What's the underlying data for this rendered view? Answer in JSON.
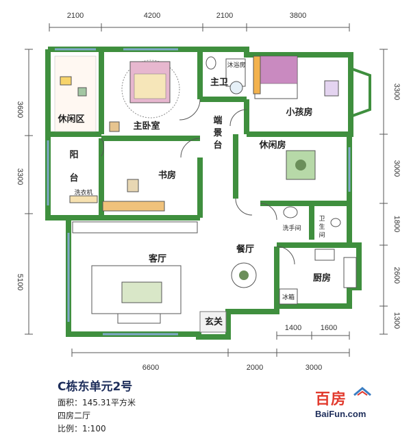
{
  "plan": {
    "top_dims": [
      "2100",
      "4200",
      "2100",
      "3800"
    ],
    "right_dims": [
      "3300",
      "3000",
      "1800",
      "2600",
      "1300"
    ],
    "left_dims": [
      "3600",
      "3300",
      "5100"
    ],
    "bottom_small_dims": [
      "1400",
      "1600"
    ],
    "bottom_dims": [
      "6600",
      "2000",
      "3000"
    ],
    "rooms": {
      "leisure_area": "休闲区",
      "master_bedroom": "主卧室",
      "master_bath": "主卫",
      "shower_room": "沐浴房",
      "end_view_platform": "端景台",
      "kids_room": "小孩房",
      "balcony": "阳台",
      "washing_machine": "洗衣机",
      "study": "书房",
      "leisure_room": "休闲房",
      "washroom": "洗手间",
      "toilet": "卫生间",
      "living_room": "客厅",
      "dining_room": "餐厅",
      "kitchen": "厨房",
      "fridge": "冰箱",
      "entrance": "玄关"
    }
  },
  "info": {
    "title": "C栋东单元2号",
    "area": "面积：145.31平方米",
    "layout": "四房二厅",
    "scale": "比例：1:100"
  },
  "logo": {
    "cn": "百房",
    "en": "BaiFun.com"
  },
  "colors": {
    "wall": "#3f8f3e",
    "bed": "#e7b7cf",
    "sofa": "#d9e7c8",
    "floor": "#ffffff",
    "kids_bed": "#c98ac0",
    "cabinet": "#f0c27b"
  }
}
